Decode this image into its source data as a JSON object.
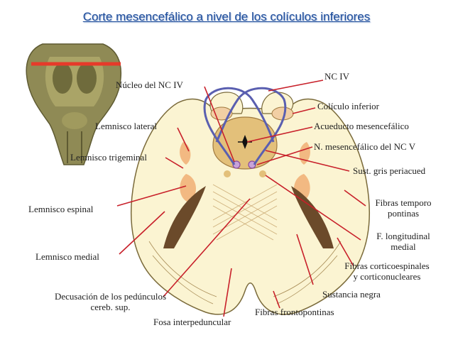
{
  "title": "Corte mesencefálico a nivel de los colículos inferiores",
  "labels": {
    "nucleo_nc_iv": "Núcleo del NC IV",
    "nc_iv": "NC IV",
    "coliculo_inferior": "Colículo inferior",
    "lemnisco_lateral": "Lemnisco lateral",
    "acueducto": "Acueducto mesencefálico",
    "n_mesencefalico": "N. mesencefálico del NC V",
    "lemnisco_trigeminal": "Lemnisco trigeminal",
    "sust_gris": "Sust. gris periacued",
    "lemnisco_espinal": "Lemnisco espinal",
    "fibras_temporo_1": "Fibras temporo",
    "fibras_temporo_2": "pontinas",
    "f_longitudinal_1": "F. longitudinal",
    "f_longitudinal_2": "medial",
    "lemnisco_medial": "Lemnisco medial",
    "fibras_cortico_1": "Fibras corticoespinales",
    "fibras_cortico_2": "y corticonucleares",
    "sustancia_negra": "Sustancia negra",
    "decusacion_1": "Decusación de los pedúnculos",
    "decusacion_2": "cereb. sup.",
    "fosa_interpeduncular": "Fosa interpeduncular",
    "fibras_frontopontinas": "Fibras frontopontinas"
  },
  "colors": {
    "title": "#1f4e9c",
    "outline": "#7a6a3a",
    "tissue": "#fbf4d2",
    "nucleus": "#f2b982",
    "substantia_nigra": "#6b4a2a",
    "nerve": "#5a5fb0",
    "pointer": "#c8202a",
    "section_line": "#e63a2a"
  }
}
